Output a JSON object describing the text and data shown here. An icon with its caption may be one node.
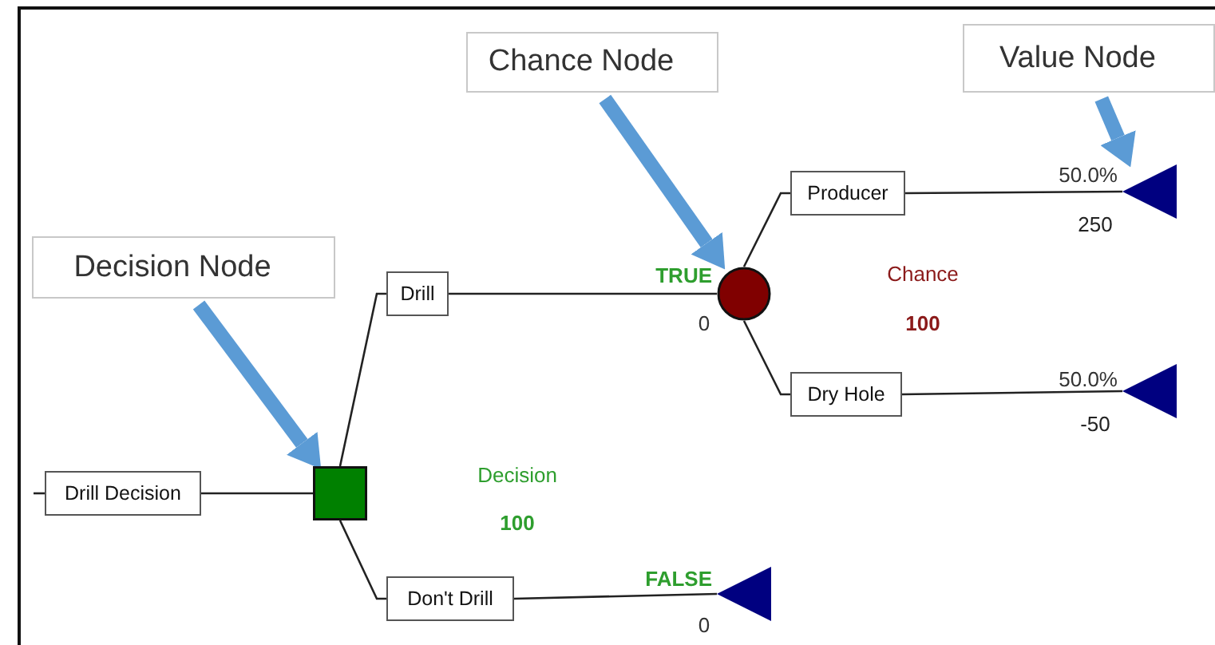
{
  "diagram": {
    "nodes": [
      {
        "text": [
          "Decision Node"
        ]
      },
      {
        "text": [
          "Chance Node"
        ]
      },
      {
        "text": [
          "Value Node"
        ]
      },
      {
        "text": [
          "Drill Decision"
        ]
      },
      {
        "text": [],
        "shape": "box"
      },
      {
        "text": [
          "Drill"
        ]
      },
      {
        "text": [
          "Don't Drill"
        ]
      },
      {
        "text": [],
        "shape": "circle"
      },
      {
        "text": [
          "Producer"
        ]
      },
      {
        "text": [
          "Dry Hole"
        ]
      },
      {
        "text": [],
        "shape": "triangle"
      },
      {
        "text": [],
        "shape": "triangle"
      },
      {
        "text": [],
        "shape": "triangle"
      }
    ],
    "edges": [
      {
        "from": 0,
        "to": 4,
        "arrow": "to",
        "style": "thick",
        "color": "#5b9bd5"
      },
      {
        "from": 1,
        "to": 7,
        "arrow": "to",
        "style": "thick",
        "color": "#5b9bd5"
      },
      {
        "from": 2,
        "to": 10,
        "arrow": "to",
        "style": "thick",
        "color": "#5b9bd5"
      },
      {
        "from": null,
        "to": 3,
        "arrow": "none"
      },
      {
        "from": 3,
        "to": 4,
        "arrow": "none"
      },
      {
        "from": 4,
        "to": 5,
        "arrow": "none"
      },
      {
        "from": 4,
        "to": 6,
        "arrow": "none"
      },
      {
        "from": 5,
        "to": 7,
        "arrow": "none",
        "label": "TRUE"
      },
      {
        "from": 6,
        "to": 12,
        "arrow": "none",
        "label": "FALSE"
      },
      {
        "from": 7,
        "to": 8,
        "arrow": "none"
      },
      {
        "from": 7,
        "to": 9,
        "arrow": "none"
      },
      {
        "from": 8,
        "to": 10,
        "arrow": "none",
        "label": "50.0%"
      },
      {
        "from": 9,
        "to": 11,
        "arrow": "none",
        "label": "50.0%"
      }
    ],
    "labels": [
      "250",
      "Chance",
      "0",
      "100",
      "-50",
      "Decision",
      "100",
      "0"
    ]
  }
}
